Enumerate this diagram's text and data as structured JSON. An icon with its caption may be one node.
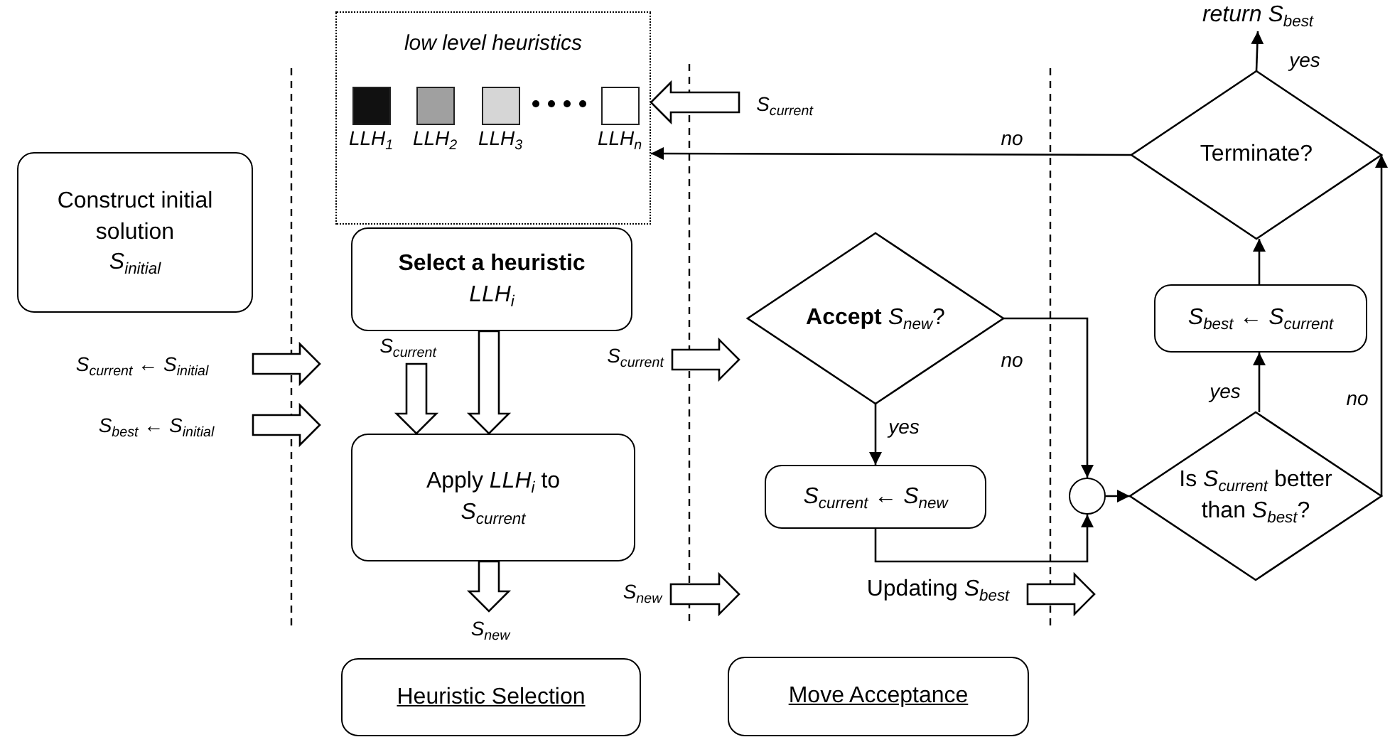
{
  "diagram": {
    "nodes": [
      {
        "text": [
          "low level heuristics"
        ]
      },
      {
        "text": [
          "LLH$_{1}$"
        ],
        "in": 0
      },
      {
        "text": [
          "LLH$_{2}$"
        ],
        "in": 0
      },
      {
        "text": [
          "LLH$_{3}$"
        ],
        "in": 0
      },
      {
        "text": [
          "LLH$_{n}$"
        ],
        "in": 0
      },
      {
        "text": [
          "Construct initial solution",
          "S$_{initial}$"
        ]
      },
      {
        "text": [
          "Select a heuristic",
          "LLH$_{i}$"
        ]
      },
      {
        "text": [
          "Apply *LLH*$_{i}$ to",
          "S$_{current}$"
        ]
      },
      {
        "text": [
          "**Accept** *S*$_{new}$?"
        ]
      },
      {
        "text": [
          "S$_{current}$ ← S$_{new}$"
        ]
      },
      {
        "text": [],
        "shape": "circle"
      },
      {
        "text": [
          "Is *S*$_{current}$ better than *S*$_{best}$?"
        ]
      },
      {
        "text": [
          "S$_{best}$ ← S$_{current}$"
        ]
      },
      {
        "text": [
          "Terminate?"
        ]
      },
      {
        "text": [
          "return S$_{best}$"
        ]
      },
      {
        "text": [
          "Heuristic Selection"
        ]
      },
      {
        "text": [
          "Move Acceptance"
        ]
      }
    ],
    "edges": [
      {
        "from": null,
        "to": 0,
        "arrow": "to",
        "style": "thick",
        "label": "S$_{current}$"
      },
      {
        "from": 13,
        "to": 14,
        "arrow": "to",
        "label": "yes"
      },
      {
        "from": 13,
        "to": 0,
        "arrow": "to",
        "label": "no"
      },
      {
        "from": 6,
        "to": 7,
        "arrow": "to",
        "style": "thick"
      },
      {
        "from": null,
        "to": 7,
        "arrow": "to",
        "style": "thick",
        "label": "S$_{current}$"
      },
      {
        "from": 7,
        "to": null,
        "arrow": "to",
        "style": "thick",
        "label": "S$_{new}$"
      },
      {
        "from": 8,
        "to": 10,
        "arrow": "to",
        "label": "no"
      },
      {
        "from": 8,
        "to": 9,
        "arrow": "to",
        "label": "yes"
      },
      {
        "from": 9,
        "to": 10,
        "arrow": "to"
      },
      {
        "from": 10,
        "to": 11,
        "arrow": "to"
      },
      {
        "from": 11,
        "to": 12,
        "arrow": "to",
        "label": "yes"
      },
      {
        "from": 12,
        "to": 13,
        "arrow": "to"
      },
      {
        "from": 11,
        "to": 13,
        "arrow": "to",
        "label": "no"
      }
    ],
    "labels": [
      "S$_{current}$",
      "S$_{current}$ ← S$_{initial}$",
      "S$_{best}$ ← S$_{initial}$",
      "S$_{new}$",
      "Updating *S*$_{best}$"
    ]
  }
}
